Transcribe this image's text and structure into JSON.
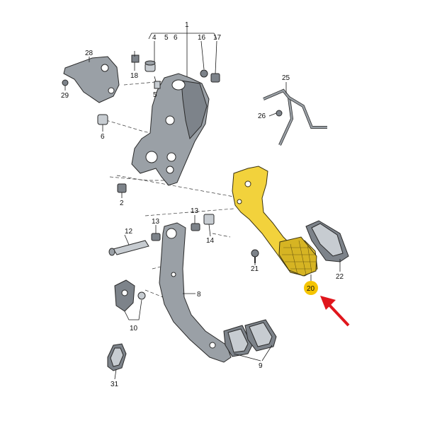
{
  "labels": {
    "l1": "1",
    "l2": "2",
    "l4": "4",
    "l5": "5",
    "l6": "6",
    "l6b": "6",
    "l5b": "5",
    "l8": "8",
    "l9": "9",
    "l10": "10",
    "l12": "12",
    "l13a": "13",
    "l13b": "13",
    "l14": "14",
    "l16": "16",
    "l17": "17",
    "l18": "18",
    "l20": "20",
    "l21": "21",
    "l22": "22",
    "l25": "25",
    "l26": "26",
    "l28": "28",
    "l29": "29",
    "l31": "31"
  },
  "colors": {
    "highlight": "#f2d23c",
    "badge": "#f5c400",
    "arrow": "#e0161c"
  }
}
